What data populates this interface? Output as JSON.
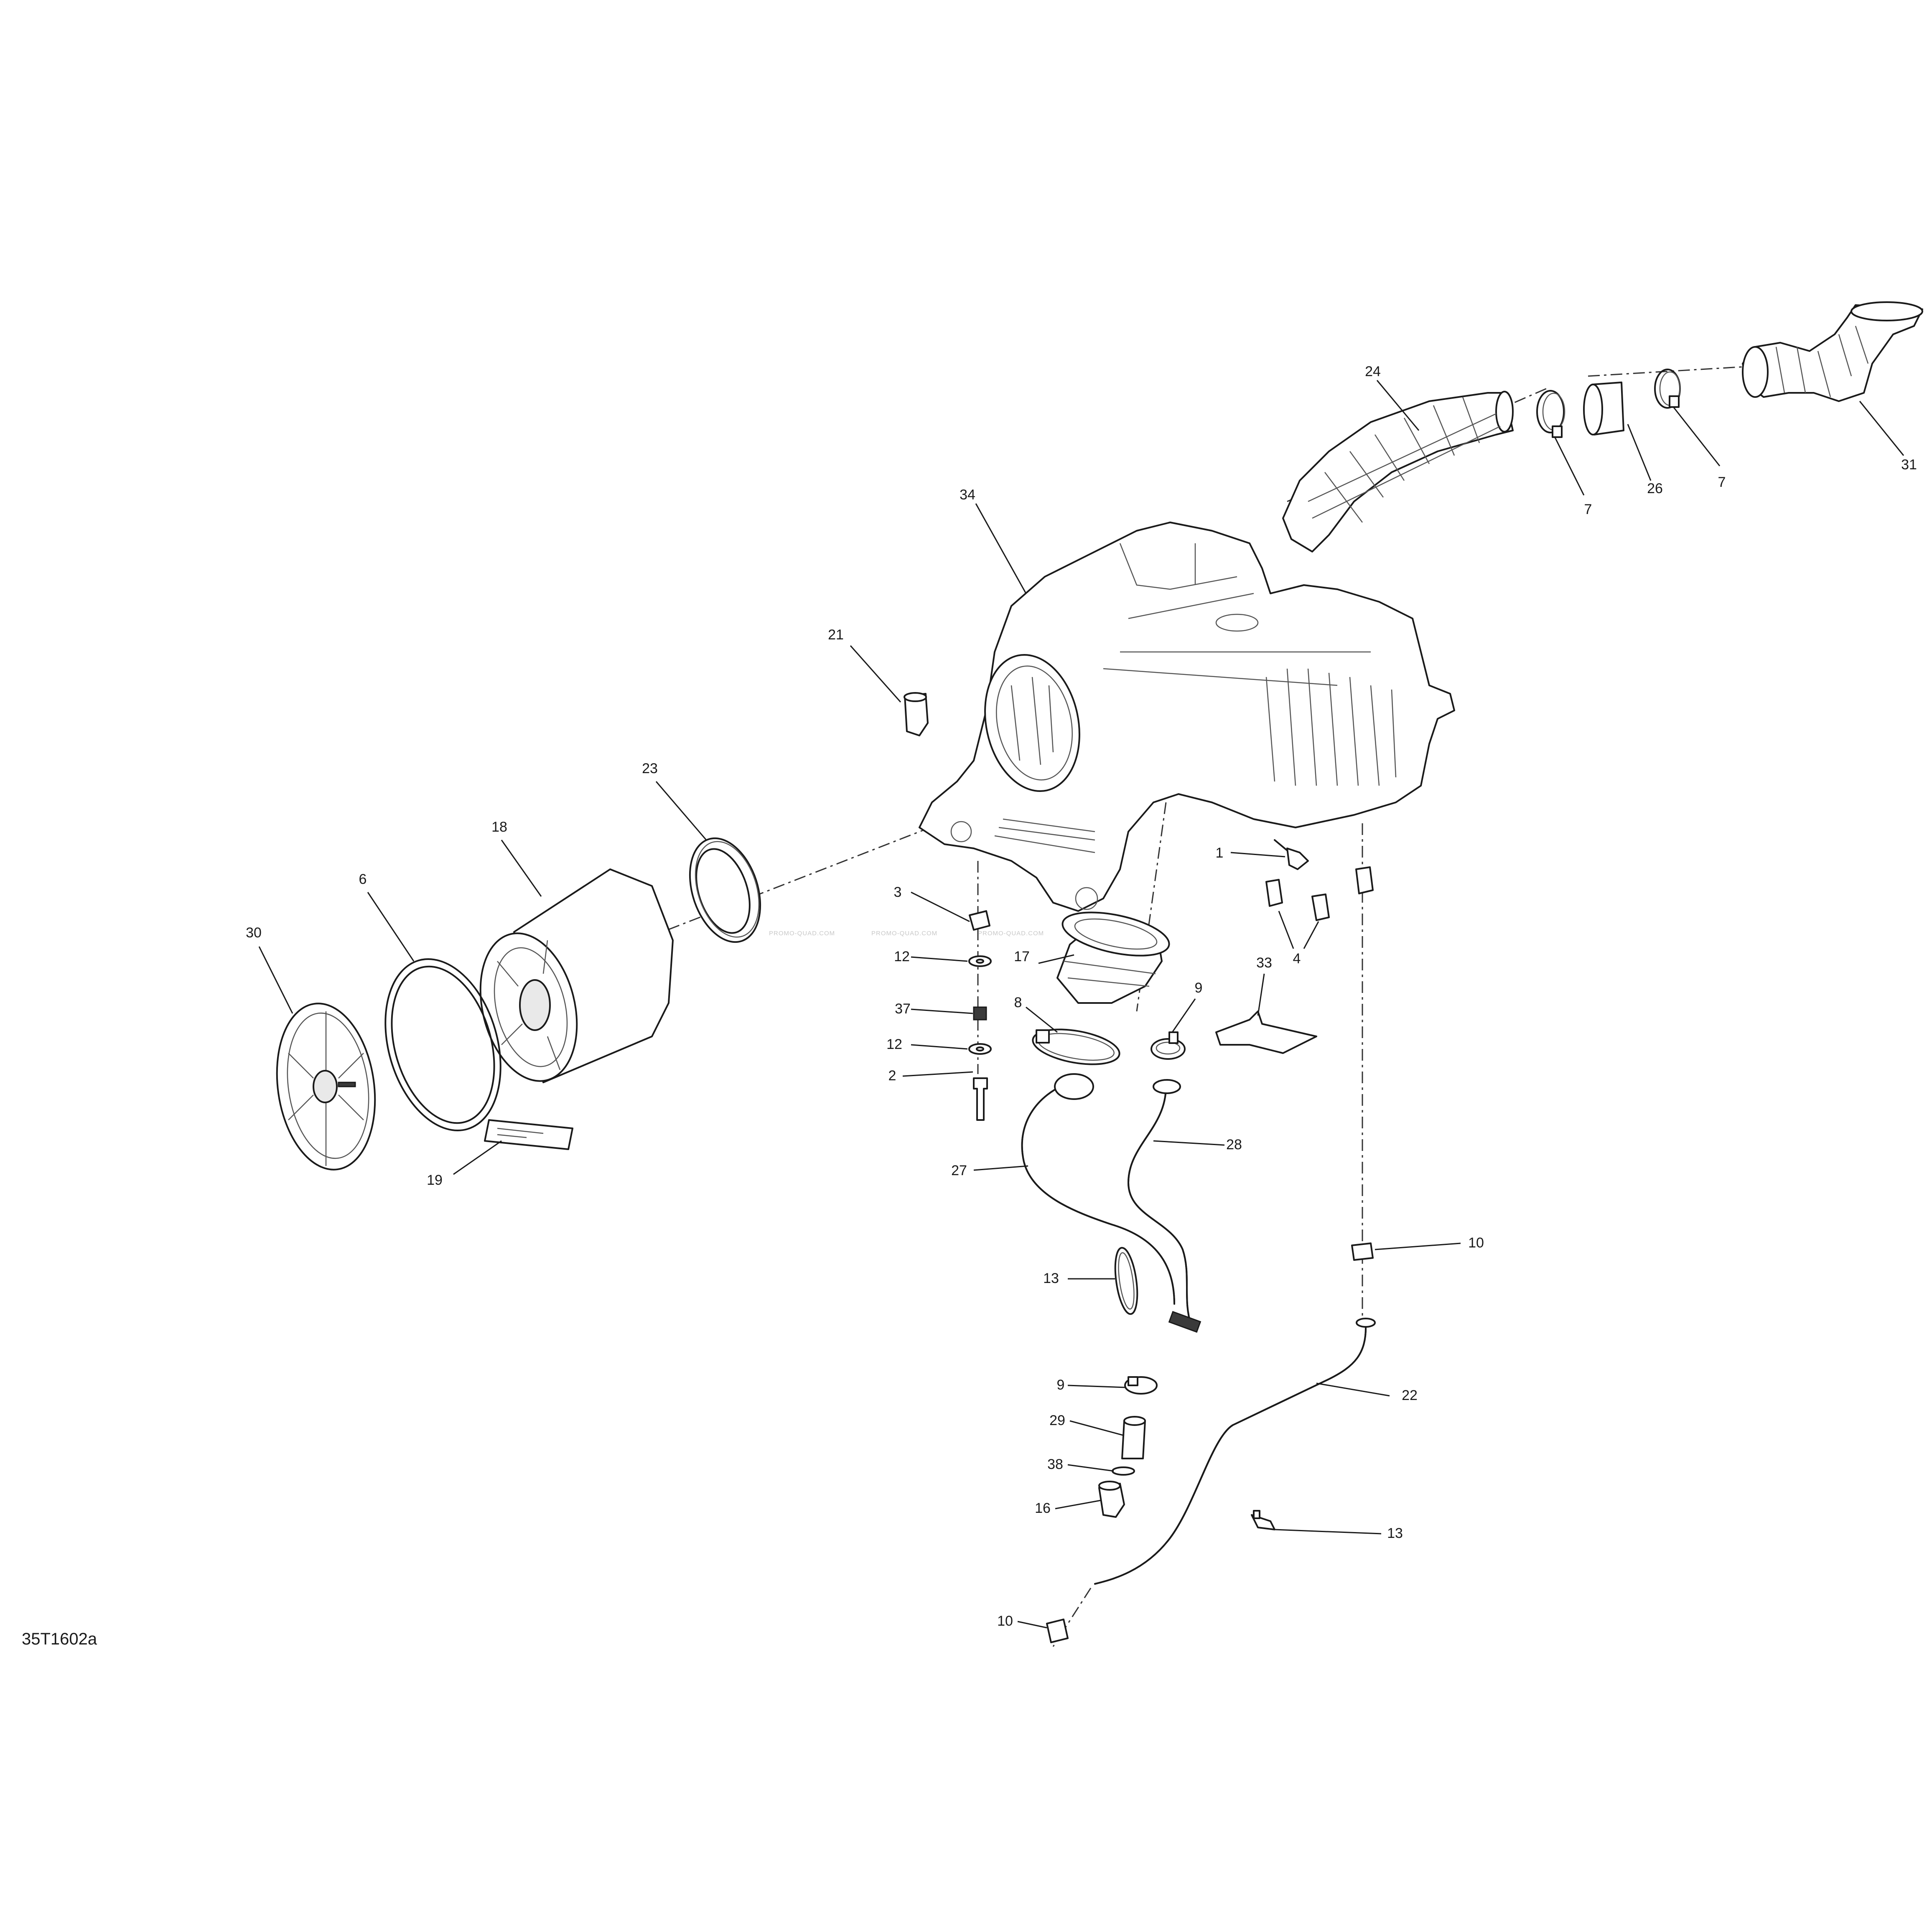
{
  "figure": {
    "reference_code": "35T1602a",
    "watermark": "PROMO-QUAD.COM"
  },
  "callouts": [
    {
      "id": "c24",
      "number": "24"
    },
    {
      "id": "c7a",
      "number": "7"
    },
    {
      "id": "c26",
      "number": "26"
    },
    {
      "id": "c7b",
      "number": "7"
    },
    {
      "id": "c31",
      "number": "31"
    },
    {
      "id": "c34",
      "number": "34"
    },
    {
      "id": "c21",
      "number": "21"
    },
    {
      "id": "c23",
      "number": "23"
    },
    {
      "id": "c18",
      "number": "18"
    },
    {
      "id": "c6",
      "number": "6"
    },
    {
      "id": "c30",
      "number": "30"
    },
    {
      "id": "c19",
      "number": "19"
    },
    {
      "id": "c1",
      "number": "1"
    },
    {
      "id": "c4",
      "number": "4"
    },
    {
      "id": "c3",
      "number": "3"
    },
    {
      "id": "c12a",
      "number": "12"
    },
    {
      "id": "c37",
      "number": "37"
    },
    {
      "id": "c12b",
      "number": "12"
    },
    {
      "id": "c2",
      "number": "2"
    },
    {
      "id": "c17",
      "number": "17"
    },
    {
      "id": "c8",
      "number": "8"
    },
    {
      "id": "c9a",
      "number": "9"
    },
    {
      "id": "c33",
      "number": "33"
    },
    {
      "id": "c27",
      "number": "27"
    },
    {
      "id": "c28",
      "number": "28"
    },
    {
      "id": "c10a",
      "number": "10"
    },
    {
      "id": "c13a",
      "number": "13"
    },
    {
      "id": "c22",
      "number": "22"
    },
    {
      "id": "c9b",
      "number": "9"
    },
    {
      "id": "c29",
      "number": "29"
    },
    {
      "id": "c38",
      "number": "38"
    },
    {
      "id": "c16",
      "number": "16"
    },
    {
      "id": "c13b",
      "number": "13"
    },
    {
      "id": "c10b",
      "number": "10"
    }
  ]
}
